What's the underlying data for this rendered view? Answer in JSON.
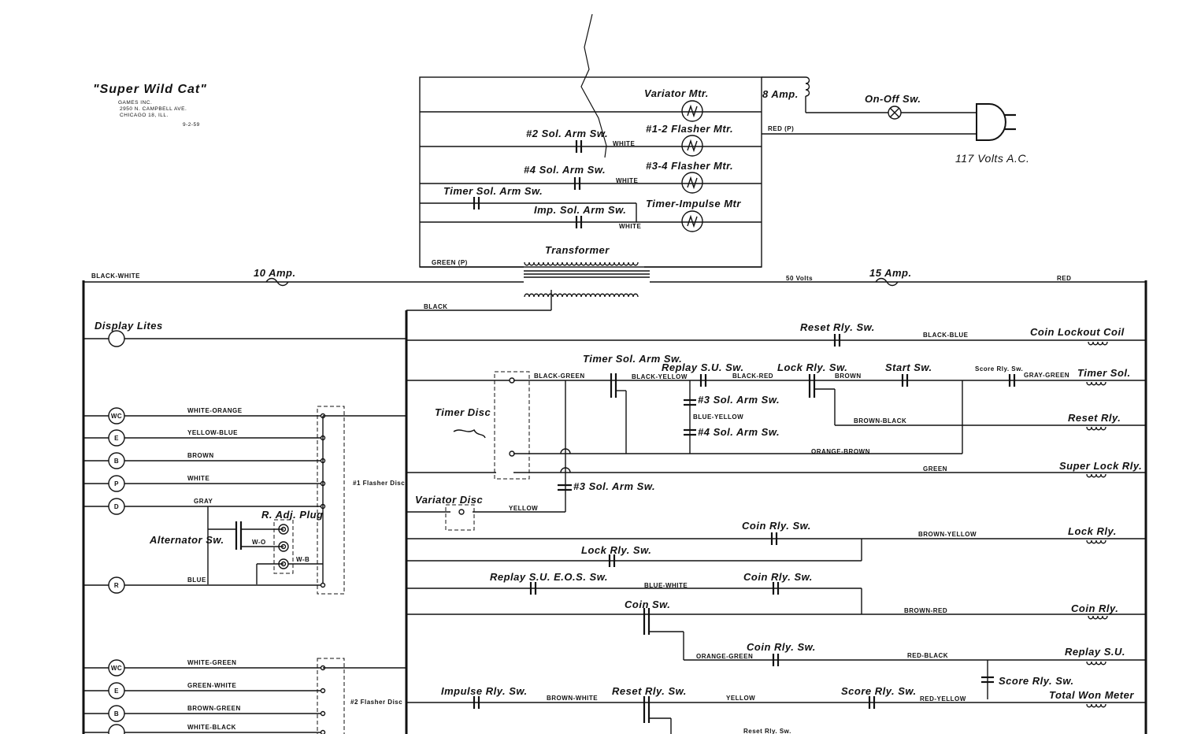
{
  "header": {
    "title": "\"Super Wild Cat\"",
    "company": "GAMES INC.",
    "address1": "2950 N. CAMPBELL AVE.",
    "address2": "CHICAGO 18, ILL.",
    "date": "9-2-59"
  },
  "power": {
    "fuse_8": "8 Amp.",
    "onoff": "On-Off Sw.",
    "red_p": "RED (P)",
    "volts": "117 Volts A.C."
  },
  "motors": {
    "variator": "Variator Mtr.",
    "flasher12": "#1-2 Flasher Mtr.",
    "flasher34": "#3-4 Flasher Mtr.",
    "timer_impulse": "Timer-Impulse Mtr",
    "sol2": "#2 Sol. Arm Sw.",
    "sol4": "#4 Sol. Arm Sw.",
    "timer_sol": "Timer Sol. Arm Sw.",
    "imp_sol": "Imp. Sol. Arm Sw.",
    "white1": "WHITE",
    "white2": "WHITE",
    "white3": "WHITE",
    "green_p": "GREEN (P)"
  },
  "transformer": {
    "label": "Transformer",
    "black_white": "BLACK-WHITE",
    "fuse_10": "10 Amp.",
    "volts_50": "50 Volts",
    "fuse_15": "15 Amp.",
    "red": "RED",
    "black": "BLACK"
  },
  "left": {
    "display_lites": "Display Lites",
    "flasher1": "#1 Flasher Disc",
    "flasher2": "#2 Flasher Disc",
    "r_adj_plug": "R. Adj. Plug",
    "alternator": "Alternator Sw.",
    "w_o": "W-O",
    "w_b": "W-B",
    "lamps1": [
      {
        "letter": "WC",
        "wire": "WHITE-ORANGE"
      },
      {
        "letter": "E",
        "wire": "YELLOW-BLUE"
      },
      {
        "letter": "B",
        "wire": "BROWN"
      },
      {
        "letter": "P",
        "wire": "WHITE"
      },
      {
        "letter": "D",
        "wire": "GRAY"
      },
      {
        "letter": "R",
        "wire": "BLUE"
      }
    ],
    "lamps2": [
      {
        "letter": "WC",
        "wire": "WHITE-GREEN"
      },
      {
        "letter": "E",
        "wire": "GREEN-WHITE"
      },
      {
        "letter": "B",
        "wire": "BROWN-GREEN"
      },
      {
        "letter": "",
        "wire": "WHITE-BLACK"
      }
    ]
  },
  "right": {
    "reset_rly_sw": "Reset Rly. Sw.",
    "black_blue": "BLACK-BLUE",
    "coin_lockout": "Coin Lockout Coil",
    "timer_sol_sw": "Timer Sol. Arm Sw.",
    "black_green": "BLACK-GREEN",
    "replay_su_sw": "Replay S.U. Sw.",
    "black_yellow": "BLACK-YELLOW",
    "black_red": "BLACK-RED",
    "lock_rly_sw": "Lock Rly. Sw.",
    "brown": "BROWN",
    "start_sw": "Start Sw.",
    "score_rly_sw": "Score Rly. Sw.",
    "gray_green": "GRAY-GREEN",
    "timer_sol": "Timer Sol.",
    "timer_disc": "Timer Disc",
    "sol3_a": "#3 Sol. Arm Sw.",
    "blue_yellow": "BLUE-YELLOW",
    "sol4_b": "#4 Sol. Arm Sw.",
    "brown_black": "BROWN-BLACK",
    "reset_rly": "Reset Rly.",
    "orange_brown": "ORANGE-BROWN",
    "green": "GREEN",
    "super_lock": "Super Lock Rly.",
    "sol3_b": "#3 Sol. Arm Sw.",
    "variator_disc": "Variator Disc",
    "yellow": "YELLOW",
    "coin_rly_sw1": "Coin Rly. Sw.",
    "brown_yellow": "BROWN-YELLOW",
    "lock_rly": "Lock Rly.",
    "lock_rly_sw2": "Lock Rly. Sw.",
    "replay_eos": "Replay S.U. E.O.S. Sw.",
    "blue_white": "BLUE-WHITE",
    "coin_rly_sw2": "Coin Rly. Sw.",
    "coin_sw": "Coin Sw.",
    "brown_red": "BROWN-RED",
    "coin_rly": "Coin Rly.",
    "coin_rly_sw3": "Coin Rly. Sw.",
    "orange_green": "ORANGE-GREEN",
    "red_black": "RED-BLACK",
    "replay_su": "Replay S.U.",
    "score_rly_sw2": "Score Rly. Sw.",
    "impulse_rly_sw": "Impulse Rly. Sw.",
    "brown_white": "BROWN-WHITE",
    "reset_rly_sw2": "Reset Rly. Sw.",
    "yellow2": "YELLOW",
    "score_rly_sw3": "Score Rly. Sw.",
    "red_yellow": "RED-YELLOW",
    "total_won": "Total Won Meter",
    "reset_rly_sw3": "Reset Rly. Sw."
  }
}
